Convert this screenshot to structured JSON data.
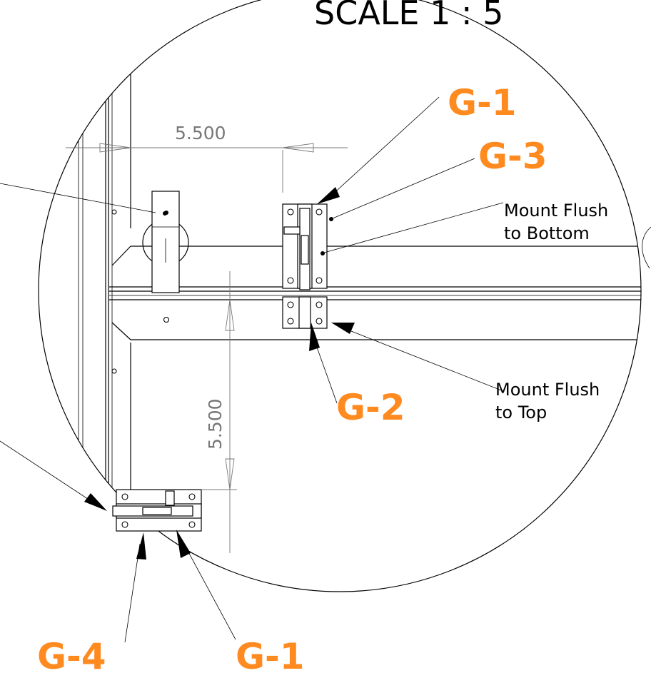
{
  "view": {
    "scale_label": "SCALE 1 : 5"
  },
  "dimensions": {
    "horizontal": "5.500",
    "vertical": "5.500"
  },
  "callouts": {
    "g1_top": "G-1",
    "g3": "G-3",
    "g2": "G-2",
    "g4": "G-4",
    "g1_bottom": "G-1"
  },
  "notes": {
    "flush_bottom_line1": "Mount Flush",
    "flush_bottom_line2": "to Bottom",
    "flush_top_line1": "Mount Flush",
    "flush_top_line2": "to Top"
  },
  "colors": {
    "callout": "#ff8a1f",
    "dimension": "#777777",
    "linework": "#000000"
  }
}
